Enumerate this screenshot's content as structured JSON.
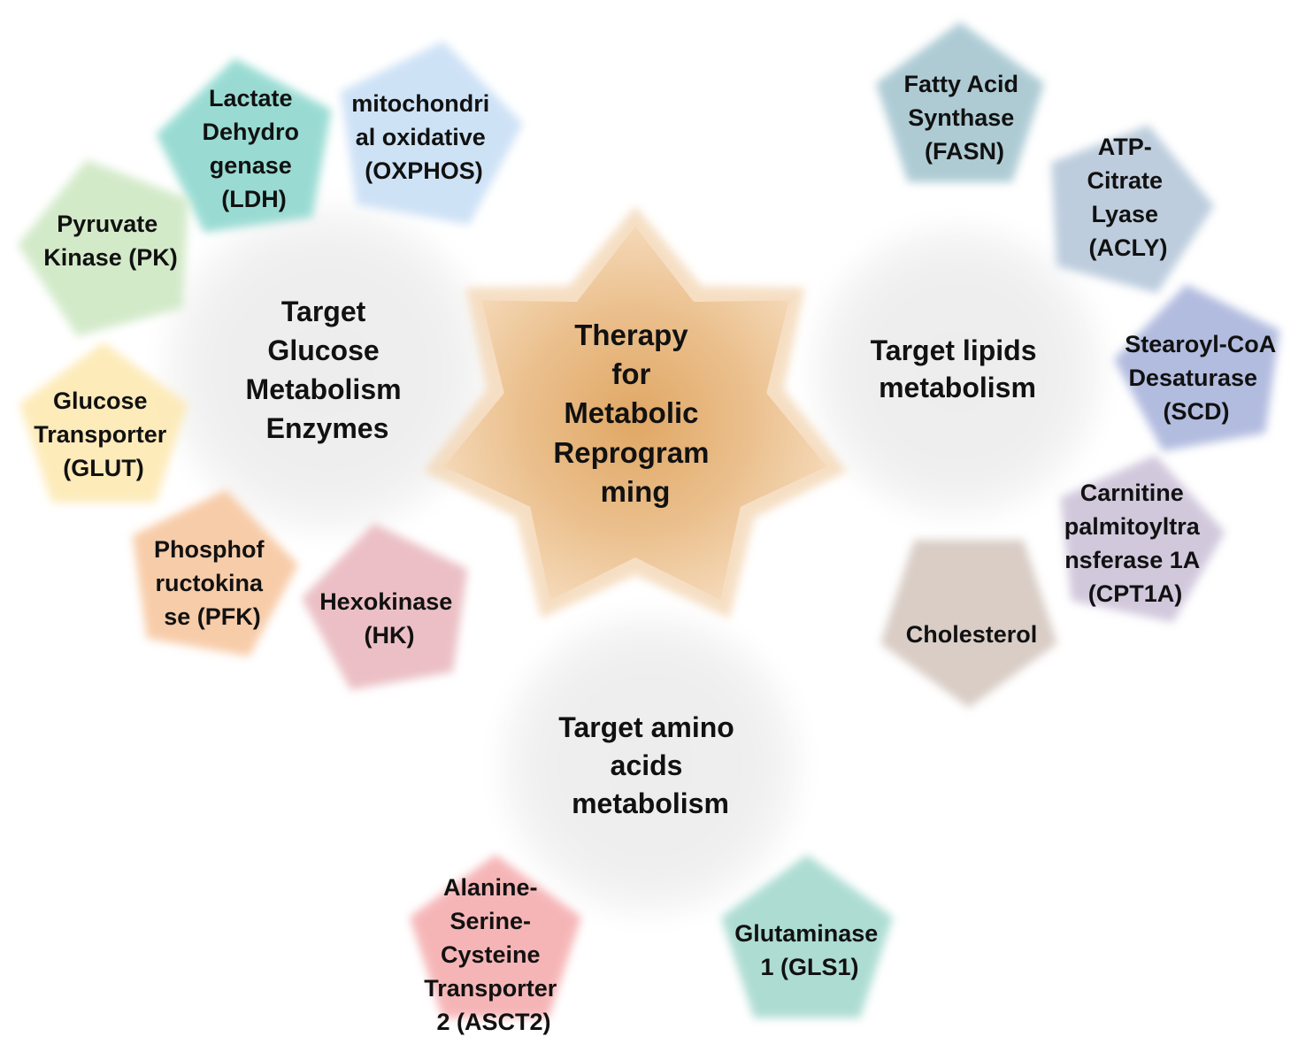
{
  "center": {
    "lines": [
      "Therapy",
      "for",
      "Metabolic",
      "Reprogram",
      "ming"
    ],
    "color": "#e8b67a"
  },
  "hubs": [
    {
      "id": "glucose",
      "lines": [
        "Target",
        "Glucose",
        "Metabolism",
        "Enzymes"
      ]
    },
    {
      "id": "lipids",
      "lines": [
        "Target lipids",
        "metabolism"
      ]
    },
    {
      "id": "amino",
      "lines": [
        "Target amino",
        "acids",
        "metabolism"
      ]
    }
  ],
  "targets": [
    {
      "id": "ldh",
      "lines": [
        "Lactate",
        "Dehydro",
        "genase",
        "(LDH)"
      ],
      "color": "#8fd8cf"
    },
    {
      "id": "oxphos",
      "lines": [
        "mitochondri",
        "al oxidative",
        "(OXPHOS)"
      ],
      "color": "#c9dff5"
    },
    {
      "id": "pk",
      "lines": [
        "Pyruvate",
        "Kinase (PK)"
      ],
      "color": "#cfe8c4"
    },
    {
      "id": "glut",
      "lines": [
        "Glucose",
        "Transporter",
        "(GLUT)"
      ],
      "color": "#fde9b3"
    },
    {
      "id": "pfk",
      "lines": [
        "Phosphof",
        "ructokina",
        "se (PFK)"
      ],
      "color": "#f7c7a0"
    },
    {
      "id": "hk",
      "lines": [
        "Hexokinase",
        "(HK)"
      ],
      "color": "#e9b9bf"
    },
    {
      "id": "fasn",
      "lines": [
        "Fatty Acid",
        "Synthase",
        "(FASN)"
      ],
      "color": "#a6c6d0"
    },
    {
      "id": "acly",
      "lines": [
        "ATP-",
        "Citrate",
        "Lyase",
        "(ACLY)"
      ],
      "color": "#b6c8da"
    },
    {
      "id": "scd",
      "lines": [
        "Stearoyl-CoA",
        "Desaturase",
        "(SCD)"
      ],
      "color": "#aab5dc"
    },
    {
      "id": "cpt1a",
      "lines": [
        "Carnitine",
        "palmitoyltra",
        "nsferase 1A",
        "(CPT1A)"
      ],
      "color": "#cdc3d9"
    },
    {
      "id": "cholesterol",
      "lines": [
        "Cholesterol"
      ],
      "color": "#d5c8c0"
    },
    {
      "id": "asct2",
      "lines": [
        "Alanine-",
        "Serine-",
        "Cysteine",
        "Transporter",
        "2 (ASCT2)"
      ],
      "color": "#f5aeb0"
    },
    {
      "id": "gls1",
      "lines": [
        "Glutaminase",
        "1 (GLS1)"
      ],
      "color": "#a5d9cf"
    }
  ]
}
